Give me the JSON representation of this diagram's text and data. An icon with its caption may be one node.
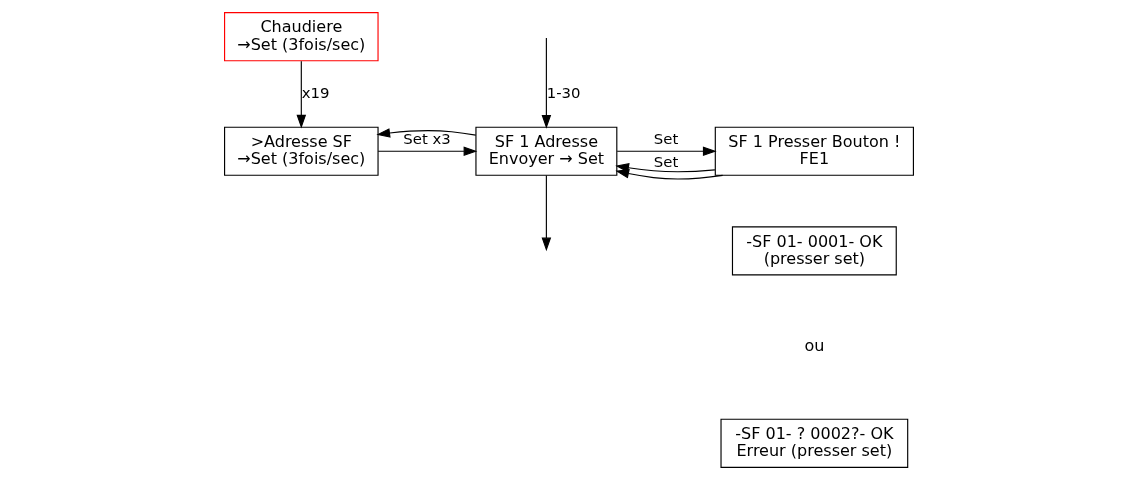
{
  "diagram": {
    "nodes": [
      {
        "text": [
          "Chaudiere",
          "→Set (3fois/sec)"
        ]
      },
      {
        "text": [
          ">Adresse SF",
          "→Set (3fois/sec)"
        ]
      },
      {
        "text": [
          "SF 1 Adresse",
          "Envoyer → Set"
        ]
      },
      {
        "text": [
          "SF 1 Presser Bouton !",
          "FE1"
        ]
      },
      {
        "text": [
          "-SF 01- 0001- OK",
          "(presser set)"
        ]
      },
      {
        "text": [
          "-SF 01- ? 0002?- OK",
          "Erreur (presser set)"
        ]
      }
    ],
    "edges": [
      {
        "from": 0,
        "to": 1,
        "arrow": "to",
        "label": "x19"
      },
      {
        "from": 1,
        "to": 2,
        "arrow": "to",
        "label": "Set x3"
      },
      {
        "from": 2,
        "to": 1,
        "arrow": "to"
      },
      {
        "from": 2,
        "to": 3,
        "arrow": "to",
        "label": "Set"
      },
      {
        "from": 3,
        "to": 2,
        "arrow": "to"
      },
      {
        "from": null,
        "to": 2,
        "arrow": "to",
        "label": "1-30"
      },
      {
        "from": 2,
        "to": null,
        "arrow": "to"
      },
      {
        "from": 3,
        "to": 2,
        "arrow": "to",
        "label": "Set"
      }
    ],
    "labels": [
      "ou"
    ]
  }
}
